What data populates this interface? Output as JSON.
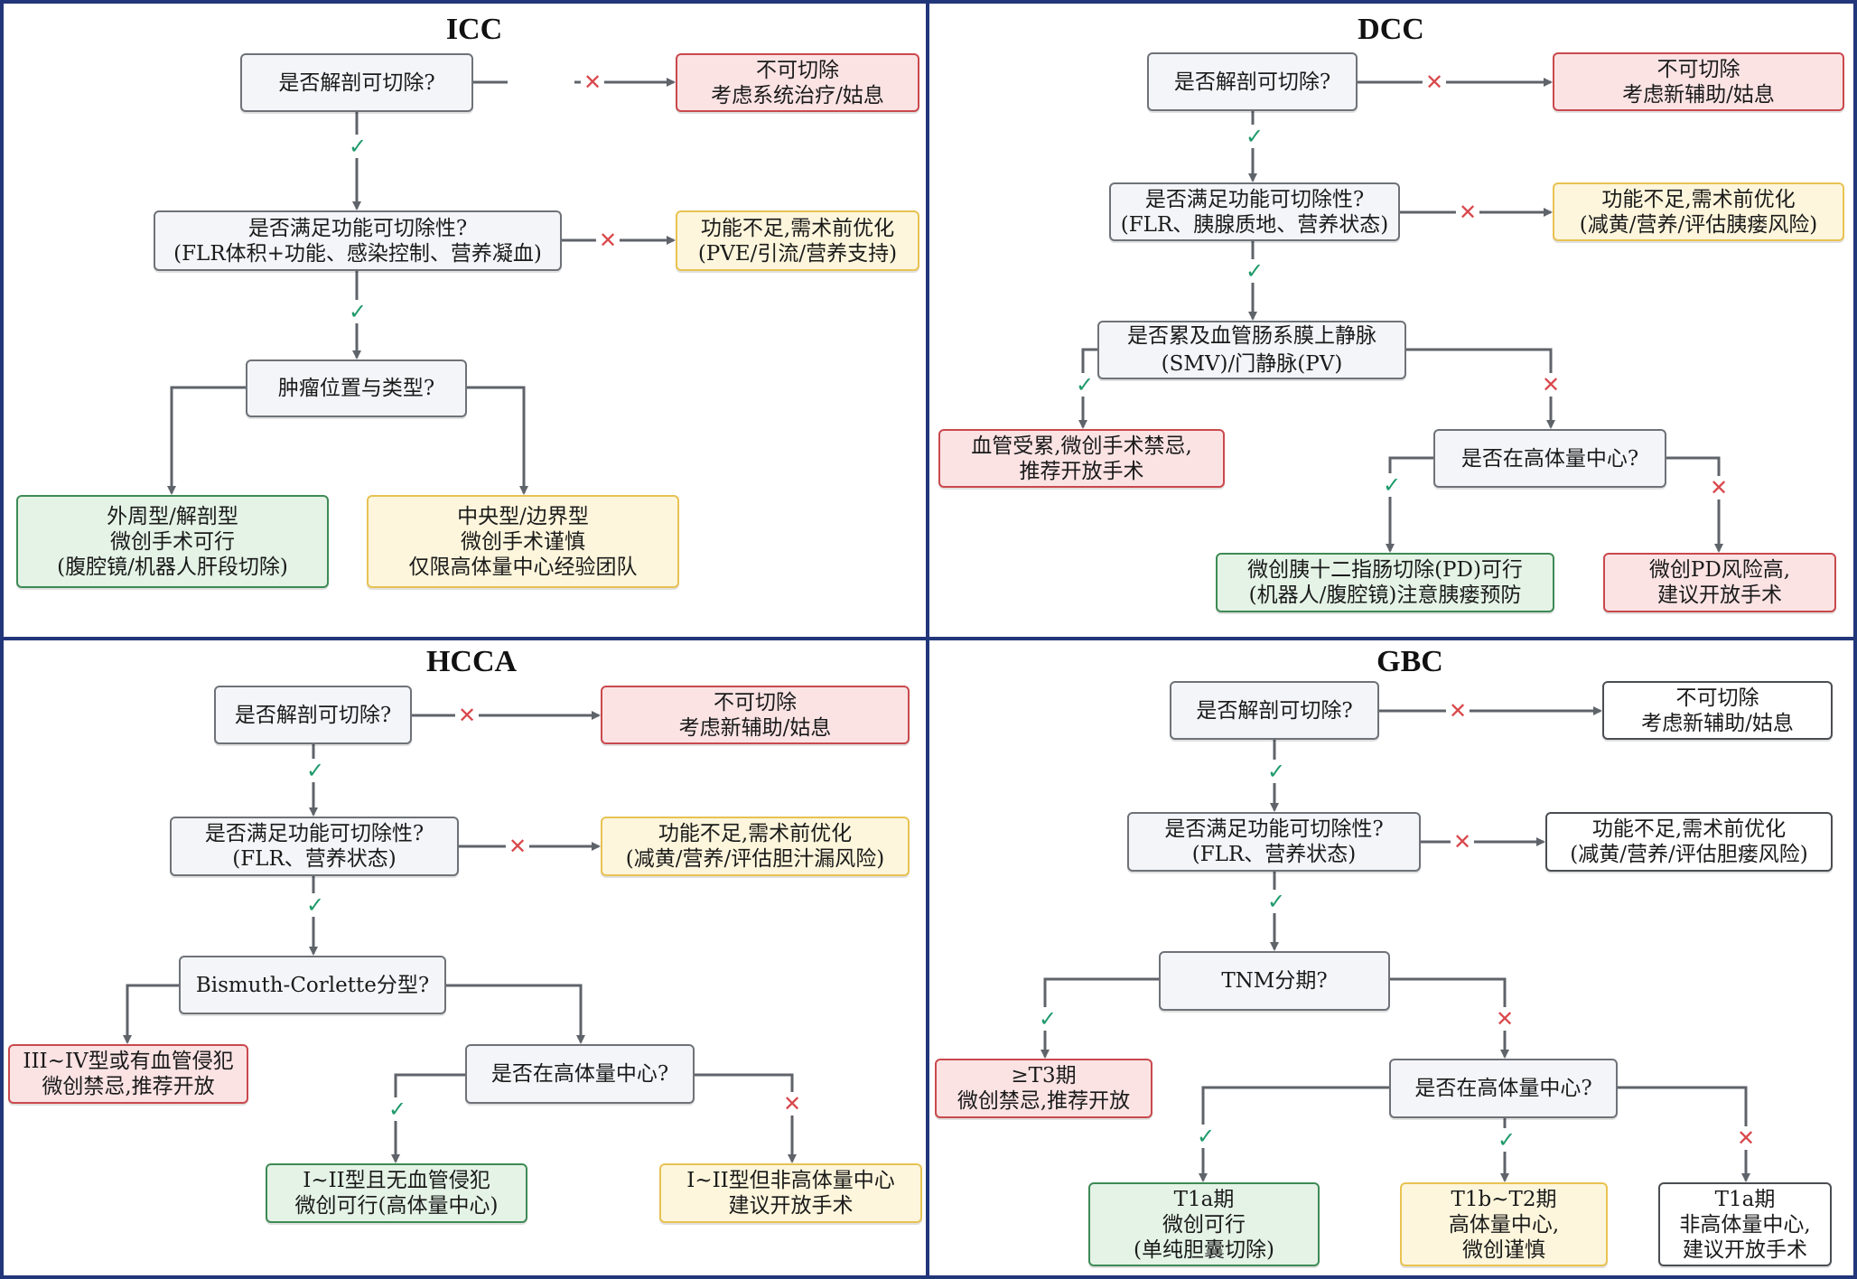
{
  "panels": {
    "icc": {
      "title": "ICC",
      "q1": "是否解剖可切除?",
      "q1_no": [
        "不可切除",
        "考虑系统治疗/姑息"
      ],
      "q2": [
        "是否满足功能可切除性?",
        "(FLR体积+功能、感染控制、营养凝血)"
      ],
      "q2_no": [
        "功能不足,需术前优化",
        "(PVE/引流/营养支持)"
      ],
      "q3": "肿瘤位置与类型?",
      "leaf_left": [
        "外周型/解剖型",
        "微创手术可行",
        "(腹腔镜/机器人肝段切除)"
      ],
      "leaf_right": [
        "中央型/边界型",
        "微创手术谨慎",
        "仅限高体量中心经验团队"
      ]
    },
    "dcc": {
      "title": "DCC",
      "q1": "是否解剖可切除?",
      "q1_no": [
        "不可切除",
        "考虑新辅助/姑息"
      ],
      "q2": [
        "是否满足功能可切除性?",
        "(FLR、胰腺质地、营养状态)"
      ],
      "q2_no": [
        "功能不足,需术前优化",
        "(减黄/营养/评估胰瘘风险)"
      ],
      "q3": [
        "是否累及血管肠系膜上静脉",
        "(SMV)/门静脉(PV)"
      ],
      "q3_yes": [
        "血管受累,微创手术禁忌,",
        "推荐开放手术"
      ],
      "q4": "是否在高体量中心?",
      "q4_yes": [
        "微创胰十二指肠切除(PD)可行",
        "(机器人/腹腔镜)注意胰瘘预防"
      ],
      "q4_no": [
        "微创PD风险高,",
        "建议开放手术"
      ]
    },
    "hcca": {
      "title": "HCCA",
      "q1": "是否解剖可切除?",
      "q1_no": [
        "不可切除",
        "考虑新辅助/姑息"
      ],
      "q2": [
        "是否满足功能可切除性?",
        "(FLR、营养状态)"
      ],
      "q2_no": [
        "功能不足,需术前优化",
        "(减黄/营养/评估胆汁漏风险)"
      ],
      "q3": "Bismuth-Corlette分型?",
      "leaf_left": [
        "III~IV型或有血管侵犯",
        "微创禁忌,推荐开放"
      ],
      "q4": "是否在高体量中心?",
      "q4_yes": [
        "I~II型且无血管侵犯",
        "微创可行(高体量中心)"
      ],
      "q4_no": [
        "I~II型但非高体量中心",
        "建议开放手术"
      ]
    },
    "gbc": {
      "title": "GBC",
      "q1": "是否解剖可切除?",
      "q1_no": [
        "不可切除",
        "考虑新辅助/姑息"
      ],
      "q2": [
        "是否满足功能可切除性?",
        "(FLR、营养状态)"
      ],
      "q2_no": [
        "功能不足,需术前优化",
        "(减黄/营养/评估胆瘘风险)"
      ],
      "q3": "TNM分期?",
      "q3_yes": [
        "≥T3期",
        "微创禁忌,推荐开放"
      ],
      "q4": "是否在高体量中心?",
      "leaf_a": [
        "T1a期",
        "微创可行",
        "(单纯胆囊切除)"
      ],
      "leaf_b": [
        "T1b~T2期",
        "高体量中心,",
        "微创谨慎"
      ],
      "leaf_c": [
        "T1a期",
        "非高体量中心,",
        "建议开放手术"
      ]
    }
  },
  "marks": {
    "yes": "✓",
    "no": "✕"
  },
  "colors": {
    "frame": "#22367a",
    "decision_fill": "#f4f5f8",
    "red_fill": "#fbe3e4",
    "yellow_fill": "#fdf6dc",
    "green_fill": "#e4f3e6",
    "yes_mark": "#1f9a6b",
    "no_mark": "#d9484c",
    "connector": "#5f636a"
  }
}
